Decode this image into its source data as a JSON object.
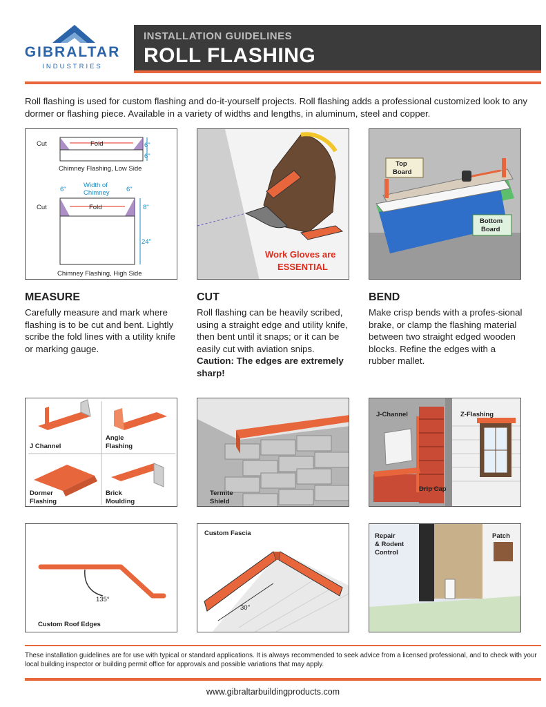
{
  "brand": {
    "name": "GIBRALTAR",
    "sub": "INDUSTRIES",
    "colors": {
      "blue": "#2b64a8",
      "orange": "#e8663c",
      "dark": "#3b3b3b"
    }
  },
  "header": {
    "kicker": "INSTALLATION GUIDELINES",
    "title": "ROLL FLASHING"
  },
  "intro": "Roll flashing is used for custom flashing and do-it-yourself projects. Roll flashing adds a professional customized look to any dormer or flashing piece. Available in a variety of widths and lengths, in aluminum, steel and copper.",
  "measure": {
    "title": "MEASURE",
    "body": "Carefully measure and mark where flashing is to be cut and bent. Lightly scribe the fold lines with a utility knife or marking gauge.",
    "diagram": {
      "cut": "Cut",
      "fold": "Fold",
      "six": "6\"",
      "low_caption": "Chimney Flashing, Low Side",
      "width_of": "Width of",
      "chimney": "Chimney",
      "eight": "8\"",
      "twentyfour": "24\"",
      "high_caption": "Chimney Flashing, High Side"
    }
  },
  "cut": {
    "title": "CUT",
    "body": "Roll flashing can be heavily scribed, using a straight edge and utility knife, then bent until it snaps; or it can be easily cut with aviation snips. ",
    "caution": "Caution: The edges are extremely sharp!",
    "gloves_line1": "Work Gloves are",
    "gloves_line2": "ESSENTIAL"
  },
  "bend": {
    "title": "BEND",
    "body": "Make crisp bends with a profes-sional brake, or clamp the flashing material between two straight edged wooden blocks. Refine the edges with a rubber mallet.",
    "top_board_1": "Top",
    "top_board_2": "Board",
    "bottom_board_1": "Bottom",
    "bottom_board_2": "Board"
  },
  "profiles": {
    "j_channel": "J Channel",
    "angle_1": "Angle",
    "angle_2": "Flashing",
    "dormer_1": "Dormer",
    "dormer_2": "Flashing",
    "brick_1": "Brick",
    "brick_2": "Moulding"
  },
  "termite": {
    "line1": "Termite",
    "line2": "Shield"
  },
  "channel": {
    "j": "J-Channel",
    "z": "Z-Flashing",
    "drip": "Drip Cap"
  },
  "roof": {
    "angle": "135°",
    "caption": "Custom Roof Edges"
  },
  "fascia": {
    "caption": "Custom Fascia",
    "dim": "30\""
  },
  "repair": {
    "line1": "Repair",
    "line2": "& Rodent",
    "line3": "Control",
    "patch": "Patch"
  },
  "disclaimer": "These installation guidelines are for use with typical or standard applications. It is always recommended to seek advice from a licensed professional, and to check with your local building inspector or building permit office for approvals and possible variations that may apply.",
  "footer": {
    "url": "www.gibraltarbuildingproducts.com"
  }
}
